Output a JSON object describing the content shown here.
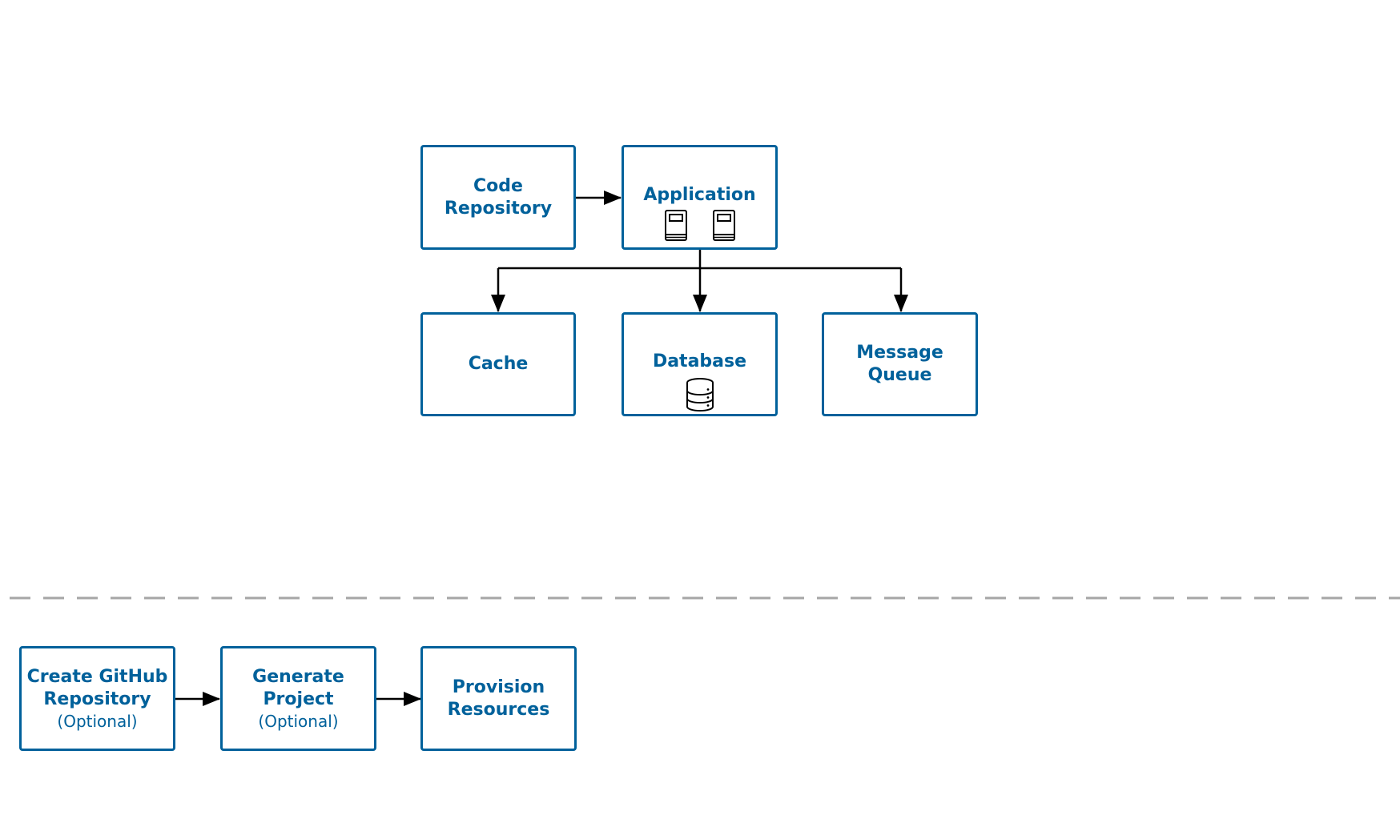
{
  "colors": {
    "node_border": "#00619b",
    "node_text": "#00619b",
    "arrow": "#000000",
    "divider": "#a6a6a6"
  },
  "architecture": {
    "code_repository": {
      "line1": "Code",
      "line2": "Repository"
    },
    "application": {
      "label": "Application",
      "icons": [
        "server-icon",
        "server-icon"
      ]
    },
    "cache": {
      "label": "Cache"
    },
    "database": {
      "label": "Database",
      "icon": "database-icon"
    },
    "message_queue": {
      "line1": "Message",
      "line2": "Queue"
    }
  },
  "workflow": {
    "create_repo": {
      "line1": "Create GitHub",
      "line2": "Repository",
      "note": "(Optional)"
    },
    "generate_project": {
      "line1": "Generate",
      "line2": "Project",
      "note": "(Optional)"
    },
    "provision_resources": {
      "line1": "Provision",
      "line2": "Resources"
    }
  }
}
